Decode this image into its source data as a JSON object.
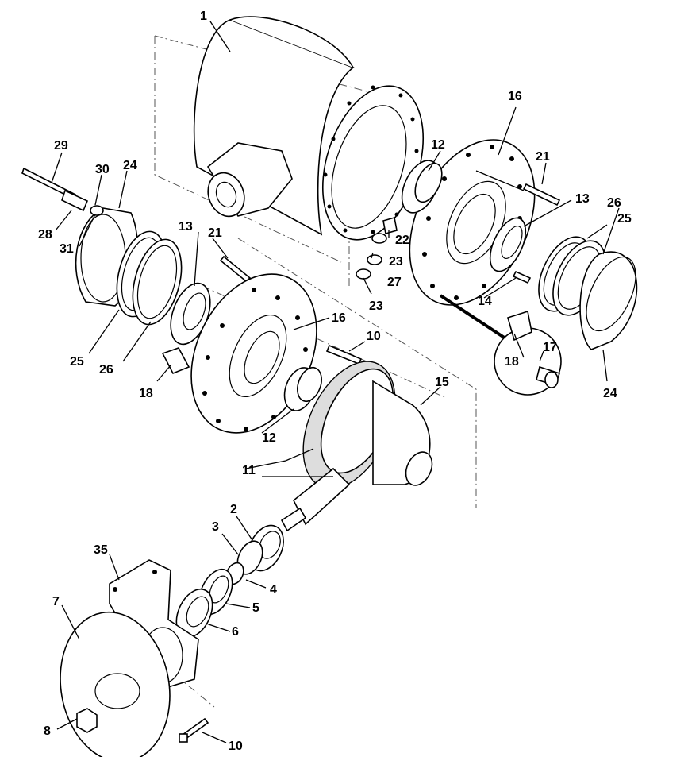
{
  "callouts": {
    "c1": "1",
    "c2": "2",
    "c3": "3",
    "c4": "4",
    "c5": "5",
    "c6": "6",
    "c7": "7",
    "c8": "8",
    "c10a": "10",
    "c10b": "10",
    "c11": "11",
    "c12a": "12",
    "c12b": "12",
    "c13a": "13",
    "c13b": "13",
    "c14": "14",
    "c15": "15",
    "c16a": "16",
    "c16b": "16",
    "c17": "17",
    "c18a": "18",
    "c18b": "18",
    "c21a": "21",
    "c21b": "21",
    "c22": "22",
    "c23a": "23",
    "c23b": "23",
    "c24a": "24",
    "c24b": "24",
    "c25a": "25",
    "c25b": "25",
    "c26a": "26",
    "c26b": "26",
    "c27": "27",
    "c28": "28",
    "c29": "29",
    "c30": "30",
    "c31": "31",
    "c35": "35"
  }
}
